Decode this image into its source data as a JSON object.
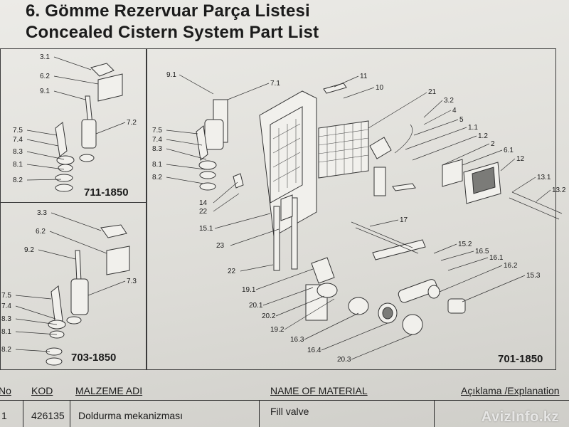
{
  "header": {
    "title_tr": "6. Gömme Rezervuar Parça Listesi",
    "title_en": "Concealed Cistern System Part List"
  },
  "models": {
    "a": "711-1850",
    "b": "703-1850",
    "c": "701-1850"
  },
  "labels_711": [
    "3.1",
    "6.2",
    "9.1",
    "7.2",
    "7.5",
    "7.4",
    "8.3",
    "8.1",
    "8.2"
  ],
  "labels_703": [
    "3.3",
    "6.2",
    "9.2",
    "7.3",
    "7.5",
    "7.4",
    "8.3",
    "8.1",
    "8.2"
  ],
  "labels_701": [
    "9.1",
    "7.1",
    "11",
    "10",
    "21",
    "3.2",
    "4",
    "5",
    "1.1",
    "1.2",
    "2",
    "6.1",
    "12",
    "13.1",
    "13.2",
    "7.5",
    "7.4",
    "8.3",
    "8.1",
    "8.2",
    "14",
    "22",
    "15.1",
    "17",
    "23",
    "15.2",
    "16.5",
    "16.1",
    "16.2",
    "15.3",
    "22",
    "19.1",
    "20.1",
    "20.2",
    "19.2",
    "16.3",
    "16.4",
    "20.3"
  ],
  "table": {
    "headers": {
      "no": "No",
      "code": "KOD",
      "material_tr": "MALZEME ADI",
      "material_en": "NAME OF MATERIAL",
      "explanation": "Açıklama /Explanation"
    },
    "rows": [
      {
        "no": "1",
        "code": "426135",
        "material_tr": "Doldurma mekanizması",
        "material_en": "Fill valve",
        "explanation": ""
      }
    ]
  },
  "watermark": "AvizInfo.kz"
}
